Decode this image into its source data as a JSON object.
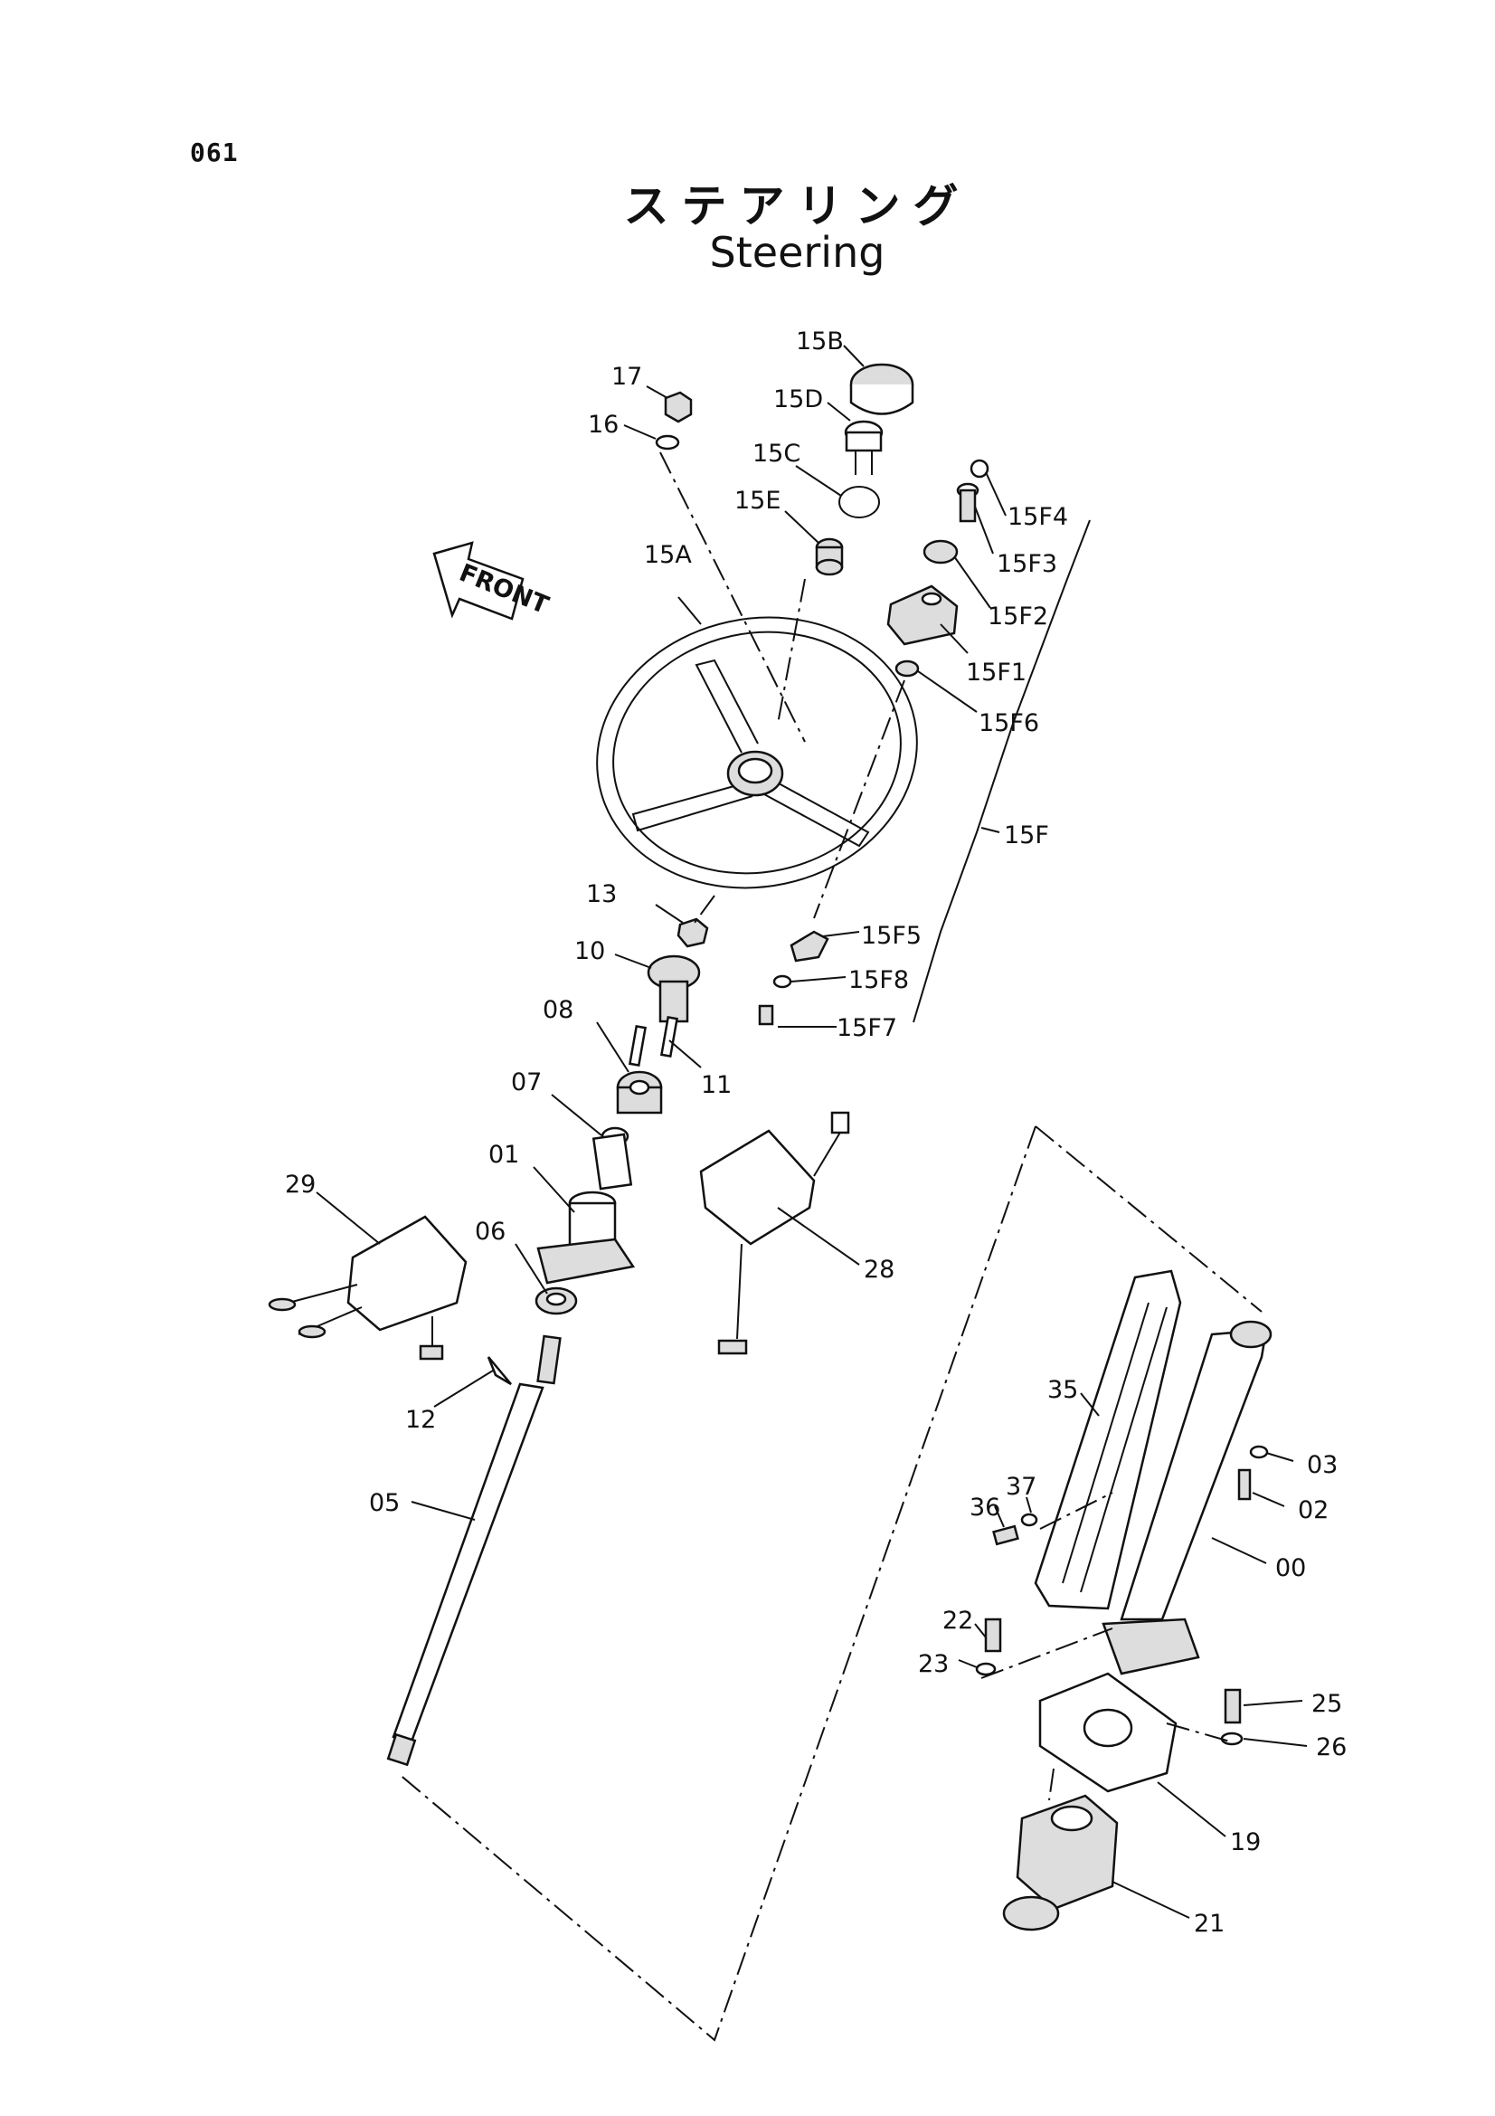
{
  "page_number": "061",
  "title_jp": "ステアリング",
  "title_en": "Steering",
  "front_label": "FRONT",
  "labels": {
    "p15B": "15B",
    "p15D": "15D",
    "p15C": "15C",
    "p15E": "15E",
    "p17": "17",
    "p16": "16",
    "p15A": "15A",
    "p15F4": "15F4",
    "p15F3": "15F3",
    "p15F2": "15F2",
    "p15F1": "15F1",
    "p15F6": "15F6",
    "p15F": "15F",
    "p15F5": "15F5",
    "p15F8": "15F8",
    "p15F7": "15F7",
    "p13": "13",
    "p10": "10",
    "p08": "08",
    "p11": "11",
    "p07": "07",
    "p01": "01",
    "p06": "06",
    "p29": "29",
    "p28": "28",
    "p12": "12",
    "p05": "05",
    "p35": "35",
    "p03": "03",
    "p02": "02",
    "p37": "37",
    "p36": "36",
    "p00": "00",
    "p22": "22",
    "p23": "23",
    "p25": "25",
    "p26": "26",
    "p19": "19",
    "p21": "21"
  }
}
